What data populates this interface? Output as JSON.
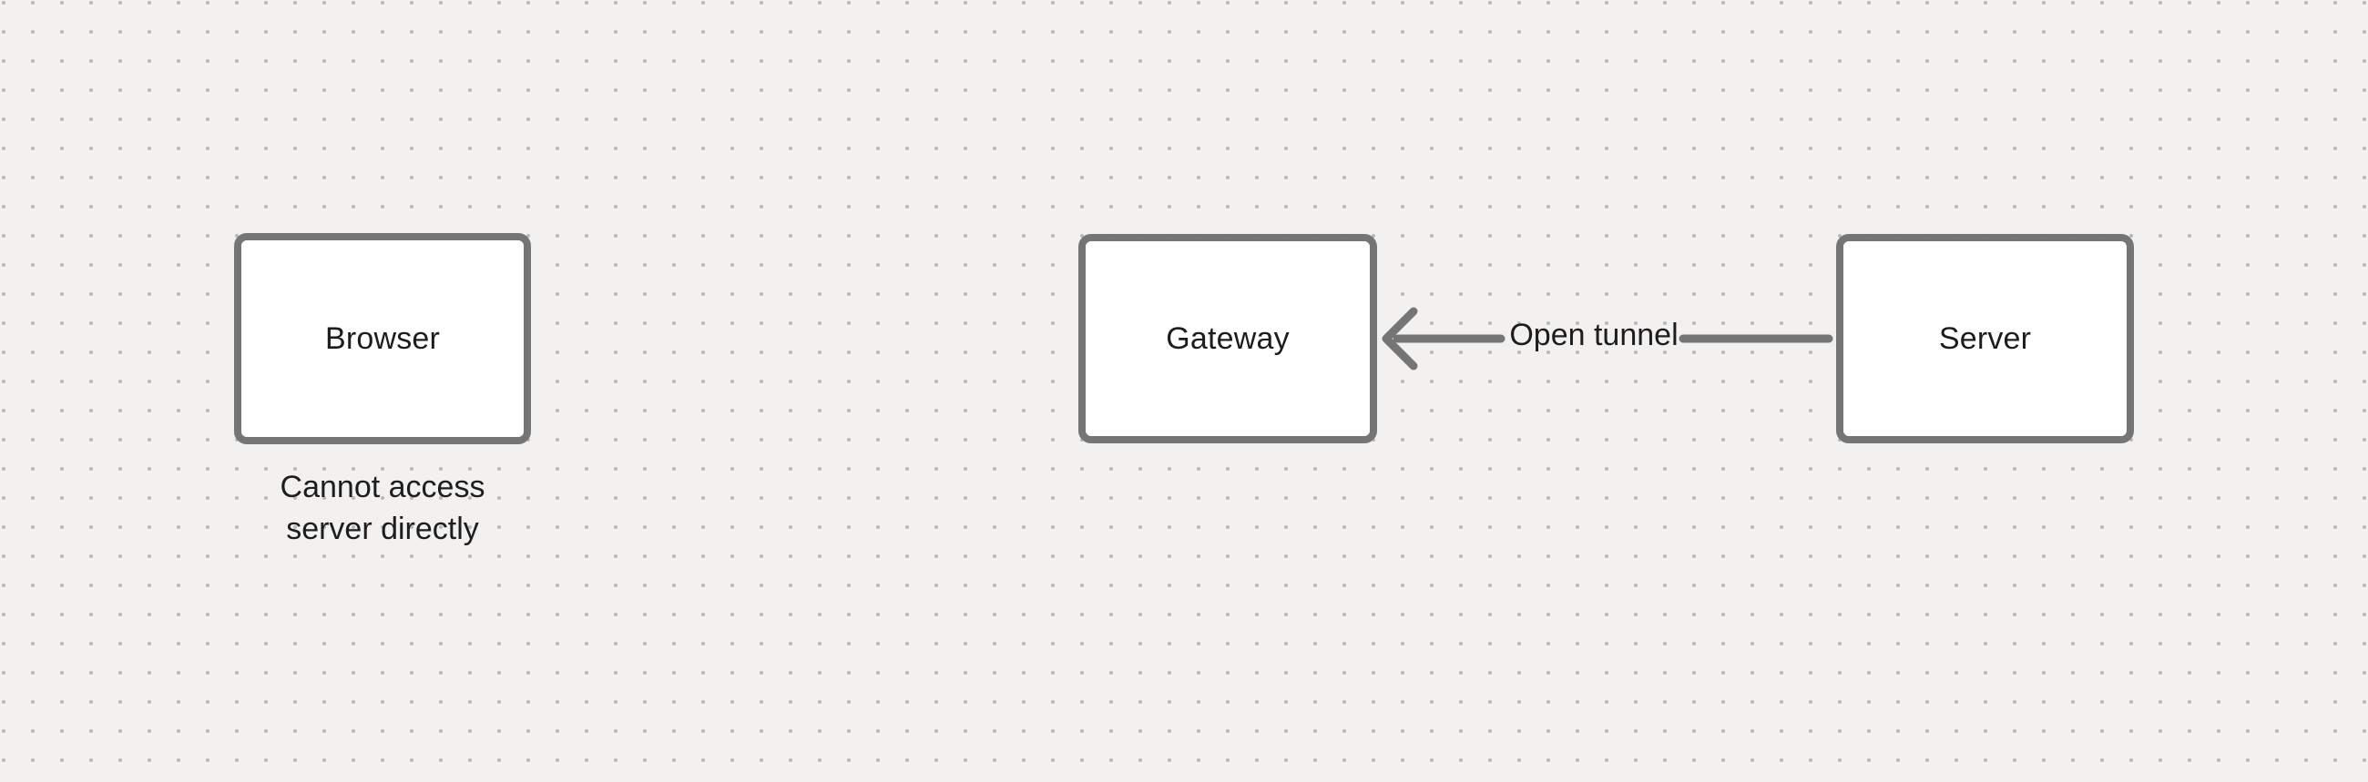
{
  "canvas": {
    "background_color": "#f2f1f0",
    "dot_color": "#b9b9b9",
    "stroke_color": "#757575",
    "text_color": "#1d1d1d",
    "node_fill_color": "#ffffff",
    "grid_style": "dot-grid"
  },
  "nodes": [
    {
      "id": "browser",
      "label": "Browser"
    },
    {
      "id": "gateway",
      "label": "Gateway"
    },
    {
      "id": "server",
      "label": "Server"
    }
  ],
  "caption": {
    "line1": "Cannot access",
    "line2": "server directly"
  },
  "connector": {
    "label": "Open tunnel",
    "from": "Server",
    "to": "Gateway",
    "arrowhead": "open-left"
  }
}
